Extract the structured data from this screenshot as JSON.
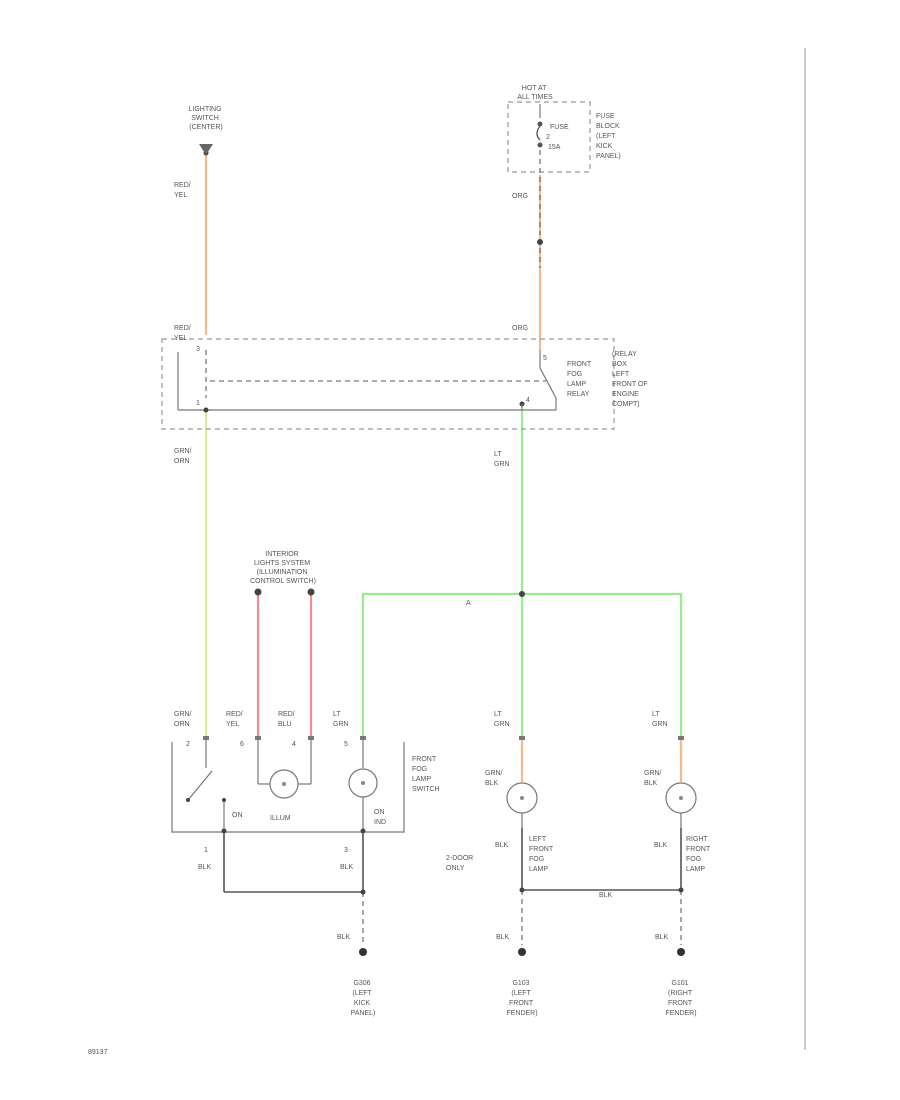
{
  "sources": {
    "lighting_switch": [
      "LIGHTING",
      "SWITCH",
      "(CENTER)"
    ],
    "hot_at": [
      "HOT AT",
      "ALL TIMES"
    ],
    "fuse": [
      "FUSE",
      "2",
      "15A"
    ],
    "fuse_block": [
      "FUSE",
      "BLOCK",
      "(LEFT",
      "KICK",
      "PANEL)"
    ],
    "interior_lights": [
      "INTERIOR",
      "LIGHTS SYSTEM",
      "(ILLUMINATION",
      "CONTROL SWITCH)"
    ]
  },
  "relay": {
    "label": [
      "FRONT",
      "FOG",
      "LAMP",
      "RELAY"
    ],
    "location": [
      "(RELAY",
      "BOX",
      "LEFT",
      "FRONT OF",
      "ENGINE",
      "COMPT)"
    ],
    "pins": [
      "3",
      "5",
      "1",
      "4"
    ]
  },
  "wires": {
    "red_yel_upper": [
      "RED/",
      "YEL"
    ],
    "org_upper": "ORG",
    "red_yel_relay": [
      "RED/",
      "YEL"
    ],
    "org_relay": "ORG",
    "grn_relay": [
      "GRN/",
      "ORN"
    ],
    "lt_grn_relay": [
      "LT",
      "GRN"
    ],
    "splice": "A",
    "sw_grn": [
      "GRN/",
      "ORN"
    ],
    "sw_red_yel": [
      "RED/",
      "YEL"
    ],
    "sw_red_blu": [
      "RED/",
      "BLU"
    ],
    "sw_lt_grn": [
      "LT",
      "GRN"
    ],
    "left_lamp_in": [
      "LT",
      "GRN"
    ],
    "right_lamp_in": [
      "LT",
      "GRN"
    ],
    "left_lamp_pin": [
      "GRN/",
      "BLK"
    ],
    "right_lamp_pin": [
      "GRN/",
      "BLK"
    ],
    "left_lamp_gnd": "BLK",
    "right_lamp_gnd": "BLK",
    "jumper": "BLK",
    "sw_gnd_1": "BLK",
    "sw_gnd_2": "BLK",
    "g_left_blk": "BLK",
    "g_mid_blk": "BLK",
    "g_right_blk": "BLK",
    "two_door": [
      "2-DOOR",
      "ONLY"
    ]
  },
  "switch": {
    "label": [
      "FRONT",
      "FOG",
      "LAMP",
      "SWITCH"
    ],
    "pins": [
      "2",
      "6",
      "4",
      "5",
      "1",
      "3"
    ],
    "on": "ON",
    "on_ind": [
      "ON",
      "IND"
    ],
    "illum": "ILLUM"
  },
  "lamps": {
    "left": [
      "LEFT",
      "FRONT",
      "FOG",
      "LAMP"
    ],
    "right": [
      "RIGHT",
      "FRONT",
      "FOG",
      "LAMP"
    ]
  },
  "grounds": {
    "g_left": [
      "G306",
      "(LEFT",
      "KICK",
      "PANEL)"
    ],
    "g_mid": [
      "G103",
      "(LEFT",
      "FRONT",
      "FENDER)"
    ],
    "g_right": [
      "G101",
      "(RIGHT",
      "FRONT",
      "FENDER)"
    ]
  },
  "footer": {
    "code": "89137"
  },
  "colors": {
    "orange_wire": "#f5b98a",
    "green_wire": "#97ec8e",
    "yellow_green_wire": "#e1e69a",
    "red_wire": "#f08d8d",
    "ground_wire": "#555555"
  }
}
